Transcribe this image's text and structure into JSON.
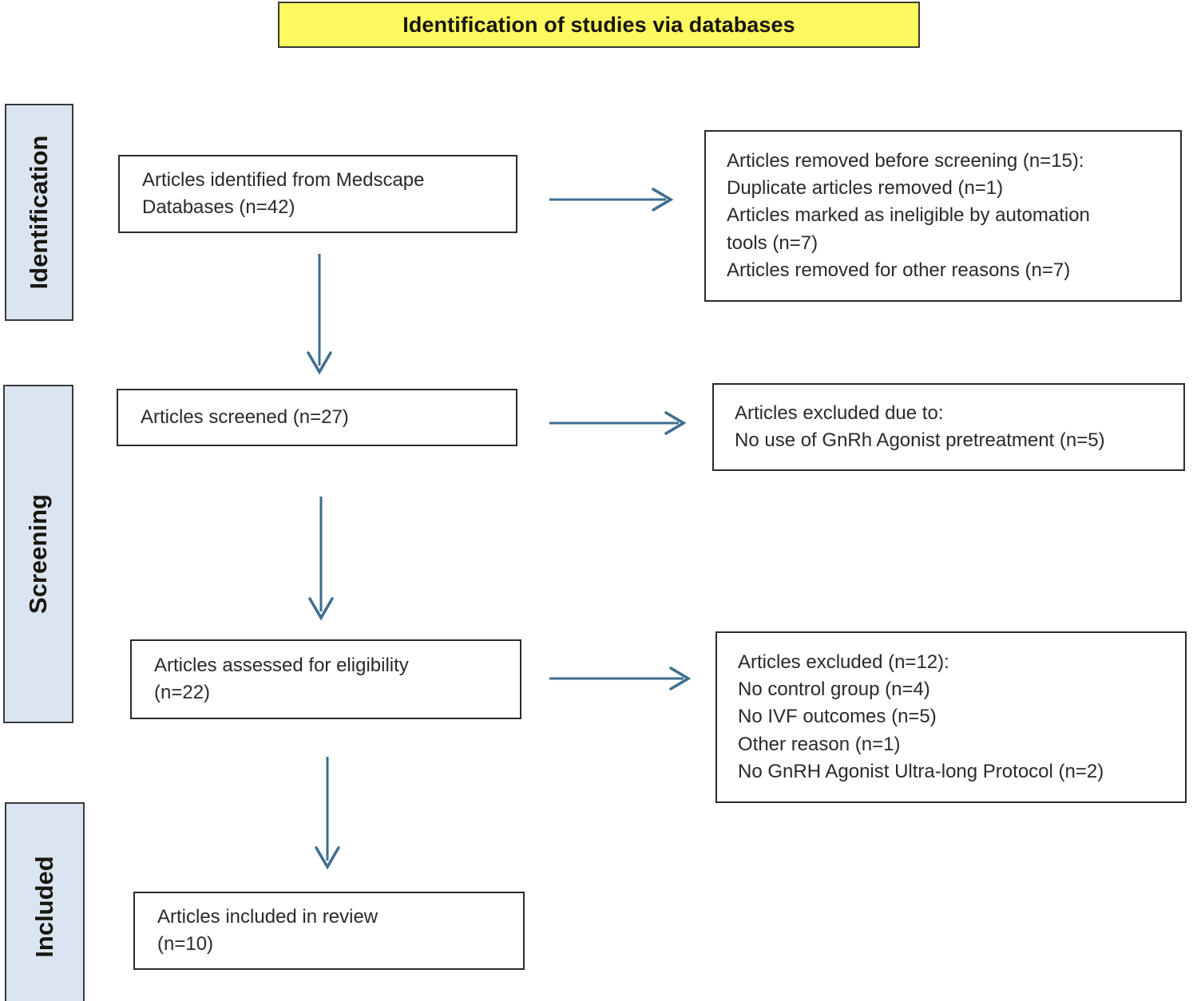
{
  "title": {
    "text": "Identification of studies via databases",
    "background_color": "#FDF95E",
    "border_color": "#3A3A3A"
  },
  "theme": {
    "stage_fill": "#DBE5F1",
    "box_border": "#2B2B2B",
    "arrow_color": "#3D6E8F",
    "text_color": "#2A2A2A"
  },
  "stages": [
    {
      "id": "identification",
      "label": "Identification"
    },
    {
      "id": "screening",
      "label": "Screening"
    },
    {
      "id": "included",
      "label": "Included"
    }
  ],
  "boxes": {
    "identified": {
      "lines": [
        "Articles identified from Medscape",
        "Databases (n=42)"
      ]
    },
    "removed": {
      "lines": [
        "Articles removed before screening (n=15):",
        "Duplicate articles removed (n=1)",
        "Articles marked as ineligible by automation",
        "tools (n=7)",
        "Articles removed for other reasons (n=7)"
      ]
    },
    "screened": {
      "lines": [
        "Articles screened (n=27)"
      ]
    },
    "excluded_screening": {
      "lines": [
        "Articles excluded due to:",
        "No use of GnRh Agonist pretreatment (n=5)"
      ]
    },
    "eligibility": {
      "lines": [
        "Articles assessed for eligibility",
        "(n=22)"
      ]
    },
    "excluded_eligibility": {
      "lines": [
        "Articles excluded (n=12):",
        "No control group (n=4)",
        "No IVF outcomes (n=5)",
        "Other reason (n=1)",
        "No GnRH Agonist Ultra-long Protocol (n=2)"
      ]
    },
    "included": {
      "lines": [
        "Articles included in review",
        "(n=10)"
      ]
    }
  },
  "flow_data": {
    "type": "prisma-flow-diagram",
    "identified": 42,
    "removed_before_screening": 15,
    "duplicates_removed": 1,
    "ineligible_by_automation": 7,
    "removed_other_reasons": 7,
    "screened": 27,
    "excluded_no_gnrh_pretreatment": 5,
    "assessed_for_eligibility": 22,
    "excluded_total": 12,
    "excluded_no_control_group": 4,
    "excluded_no_ivf_outcomes": 5,
    "excluded_other_reason": 1,
    "excluded_no_ultra_long_protocol": 2,
    "included_in_review": 10
  }
}
